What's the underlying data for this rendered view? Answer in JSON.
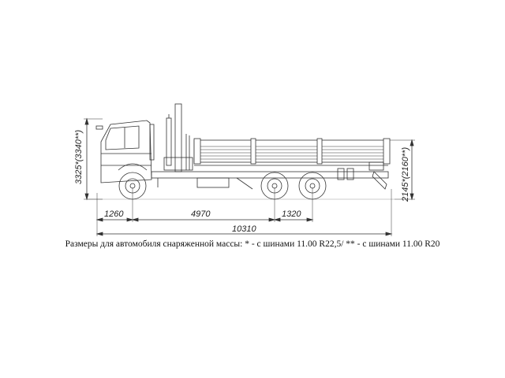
{
  "figure": {
    "subject": "truck-with-crane-manipulator-side-view",
    "dimensions": {
      "overall_height": "3325*(3340**)",
      "platform_height": "2145*(2160**)",
      "front_overhang": "1260",
      "wheelbase": "4970",
      "rear_axle_spacing": "1320",
      "overall_length": "10310"
    },
    "caption": "Размеры для автомобиля снаряженной массы: * - с шинами 11.00 R22,5/ ** - с шинами 11.00 R20"
  }
}
